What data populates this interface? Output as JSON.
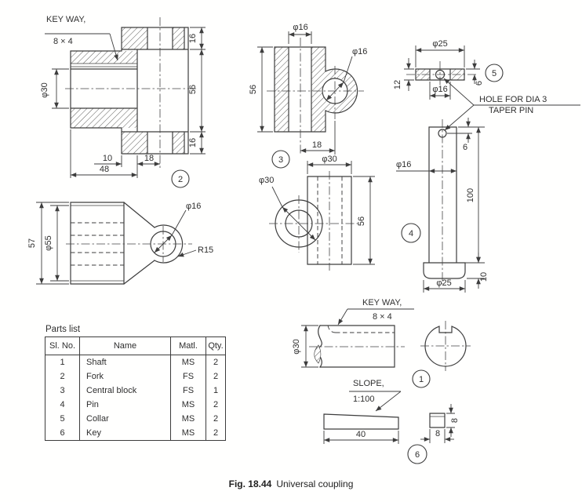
{
  "caption": {
    "fig_label": "Fig. 18.44",
    "fig_title": "Universal coupling"
  },
  "parts_list": {
    "title": "Parts list",
    "headers": [
      "Sl. No.",
      "Name",
      "Matl.",
      "Qty."
    ],
    "rows": [
      [
        "1",
        "Shaft",
        "MS",
        "2"
      ],
      [
        "2",
        "Fork",
        "FS",
        "2"
      ],
      [
        "3",
        "Central block",
        "FS",
        "1"
      ],
      [
        "4",
        "Pin",
        "MS",
        "2"
      ],
      [
        "5",
        "Collar",
        "MS",
        "2"
      ],
      [
        "6",
        "Key",
        "MS",
        "2"
      ]
    ]
  },
  "views": {
    "fork_section": {
      "balloon": "2",
      "note1": "KEY WAY,",
      "note2": "8 × 4",
      "dim_bore": "φ30",
      "dim_16_top": "16",
      "dim_56": "56",
      "dim_16_bot": "16",
      "dim_10": "10",
      "dim_18": "18",
      "dim_48": "48"
    },
    "fork_front": {
      "dim_57": "57",
      "dim_d55": "φ55",
      "dim_d16": "φ16",
      "dim_r15": "R15"
    },
    "block_section": {
      "balloon": "3",
      "dim_d16_top": "φ16",
      "dim_d16_boss": "φ16",
      "dim_56": "56",
      "dim_18": "18"
    },
    "block_views": {
      "leader_d30": "φ30",
      "dim_d30": "φ30",
      "dim_56": "56"
    },
    "collar": {
      "balloon": "5",
      "dim_d25": "φ25",
      "dim_12": "12",
      "dim_6": "6",
      "dim_d16": "φ16",
      "note1": "HOLE FOR DIA 3",
      "note2": "TAPER PIN"
    },
    "pin": {
      "balloon": "4",
      "dim_6": "6",
      "dim_d16": "φ16",
      "dim_100": "100",
      "dim_d25": "φ25",
      "dim_10": "10"
    },
    "shaft": {
      "balloon": "1",
      "note1": "KEY WAY,",
      "note2": "8 × 4",
      "dim_d30": "φ30"
    },
    "key": {
      "balloon": "6",
      "note1": "SLOPE,",
      "note2": "1:100",
      "dim_40": "40",
      "dim_8_h": "8",
      "dim_8_w": "8"
    }
  },
  "colors": {
    "ink": "#3d3d3d"
  }
}
